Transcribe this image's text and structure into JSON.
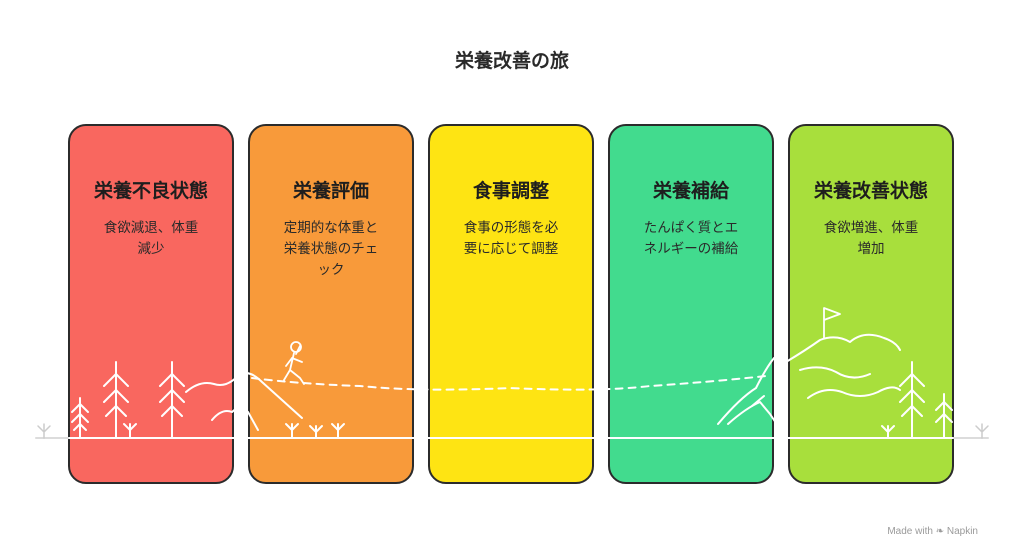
{
  "title": "栄養改善の旅",
  "stages": [
    {
      "title": "栄養不良状態",
      "desc_lines": [
        "食欲減退、体重",
        "減少"
      ],
      "color": "#F9675F"
    },
    {
      "title": "栄養評価",
      "desc_lines": [
        "定期的な体重と",
        "栄養状態のチェ",
        "ック"
      ],
      "color": "#F89A3A"
    },
    {
      "title": "食事調整",
      "desc_lines": [
        "食事の形態を必",
        "要に応じて調整"
      ],
      "color": "#FEE413"
    },
    {
      "title": "栄養補給",
      "desc_lines": [
        "たんぱく質とエ",
        "ネルギーの補給"
      ],
      "color": "#42DB8E"
    },
    {
      "title": "栄養改善状態",
      "desc_lines": [
        "食欲増進、体重",
        "増加"
      ],
      "color": "#A8DF3C"
    }
  ],
  "footer": {
    "made_with": "Made with",
    "brand": "Napkin"
  },
  "icons": [
    "tree-icon",
    "hiker-icon",
    "mountain-icon",
    "flag-icon",
    "grass-icon"
  ]
}
